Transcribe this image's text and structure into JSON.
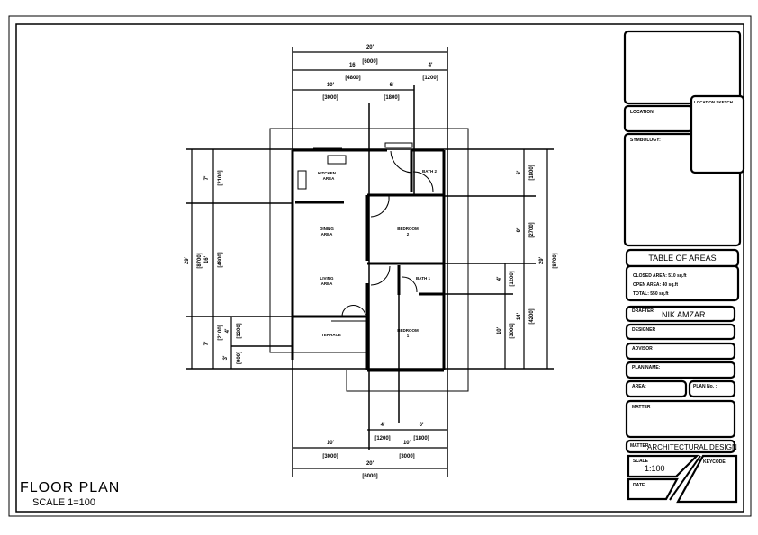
{
  "drawing": {
    "title": "FLOOR PLAN",
    "scale": "SCALE 1=100"
  },
  "rooms": {
    "kitchen": [
      "KITCHEN",
      "AREA"
    ],
    "dining": [
      "DINING",
      "AREA"
    ],
    "living": [
      "LIVING",
      "AREA"
    ],
    "bedroom2": [
      "BEDROOM",
      "2"
    ],
    "bedroom1": [
      "BEDROOM",
      "1"
    ],
    "bath2": "BATH 2",
    "bath1": "BATH 1",
    "terrace": "TERRACE"
  },
  "dimensions": {
    "top": {
      "overall": {
        "ft": "20'",
        "mm": "[6000]"
      },
      "row2": [
        {
          "ft": "16'",
          "mm": "[4800]"
        },
        {
          "ft": "4'",
          "mm": "[1200]"
        }
      ],
      "row3": [
        {
          "ft": "10'",
          "mm": "[3000]"
        },
        {
          "ft": "6'",
          "mm": "[1800]"
        }
      ]
    },
    "bottom": {
      "row1": [
        {
          "ft": "4'",
          "mm": "[1200]"
        },
        {
          "ft": "6'",
          "mm": "[1800]"
        }
      ],
      "row2": [
        {
          "ft": "10'",
          "mm": "[3000]"
        },
        {
          "ft": "10'",
          "mm": "[3000]"
        }
      ],
      "overall": {
        "ft": "20'",
        "mm": "[6000]"
      }
    },
    "left": {
      "overall": {
        "ft": "29'",
        "mm": "[8700]"
      },
      "row2": [
        {
          "ft": "7'",
          "mm": "[2100]"
        },
        {
          "ft": "16'",
          "mm": "[4800]"
        },
        {
          "ft": "7'",
          "mm": "[2100]"
        }
      ],
      "row3": [
        {
          "ft": "4'",
          "mm": "[1200]"
        },
        {
          "ft": "3'",
          "mm": "[900]"
        }
      ]
    },
    "right": {
      "overall": {
        "ft": "29'",
        "mm": "[8700]"
      },
      "row2": [
        {
          "ft": "6'",
          "mm": "[1800]"
        },
        {
          "ft": "9'",
          "mm": "[2700]"
        },
        {
          "ft": "14'",
          "mm": "[4200]"
        }
      ],
      "row1": [
        {
          "ft": "4'",
          "mm": "[1200]"
        },
        {
          "ft": "10'",
          "mm": "[3000]"
        }
      ]
    }
  },
  "title_block": {
    "location_label": "LOCATION:",
    "location_sketch_label": "LOCATION SKETCH",
    "symbology_label": "SYMBOLOGY:",
    "areas_title": "TABLE OF AREAS",
    "closed_area": "CLOSED AREA: 510 sq.ft",
    "open_area": "OPEN AREA: 40 sq.ft",
    "total": "TOTAL: 550 sq.ft",
    "drafter_label": "DRAFTER",
    "drafter_value": "NIK AMZAR",
    "designer_label": "DESIGNER",
    "advisor_label": "ADVISOR",
    "plan_name_label": "PLAN NAME:",
    "area_label": "AREA:",
    "plan_no_label": "PLAN No. :",
    "matter_label": "MATTER",
    "matter2_label": "MATTER",
    "matter2_value": "ARCHITECTURAL DESIGN",
    "scale_label": "SCALE",
    "scale_value": "1:100",
    "keycode_label": "KEYCODE",
    "date_label": "DATE"
  }
}
